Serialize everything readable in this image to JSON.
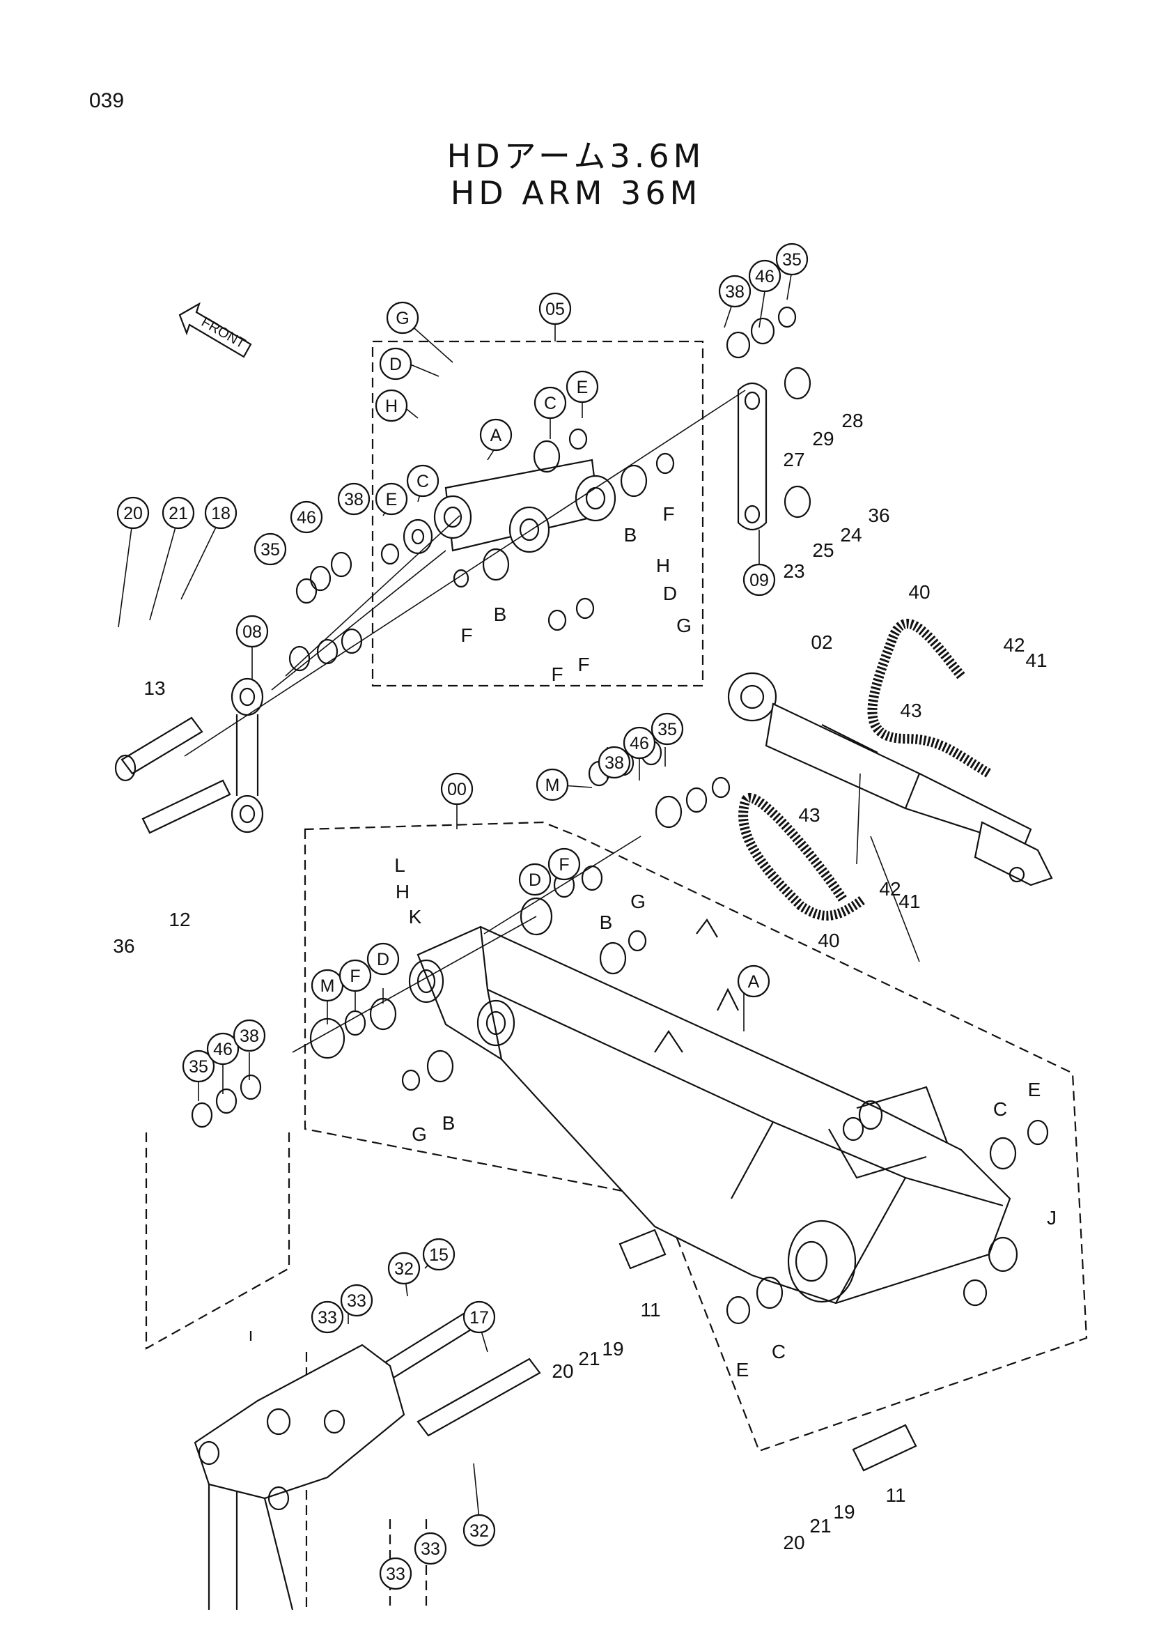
{
  "page_number": "039",
  "title_jp": "HDアーム3.6M",
  "title_en": "HD ARM 36M",
  "front_label": "FRONT",
  "callouts": [
    {
      "id": "c-G1",
      "text": "G",
      "circled": true
    },
    {
      "id": "c-05",
      "text": "05",
      "circled": true
    },
    {
      "id": "c-D1",
      "text": "D",
      "circled": true
    },
    {
      "id": "c-H1",
      "text": "H",
      "circled": true
    },
    {
      "id": "c-C1",
      "text": "C",
      "circled": true
    },
    {
      "id": "c-E1",
      "text": "E",
      "circled": true
    },
    {
      "id": "c-A1",
      "text": "A",
      "circled": true
    },
    {
      "id": "c-E2",
      "text": "E",
      "circled": true
    },
    {
      "id": "c-C2",
      "text": "C",
      "circled": true
    },
    {
      "id": "c-38a",
      "text": "38",
      "circled": true
    },
    {
      "id": "c-46a",
      "text": "46",
      "circled": true
    },
    {
      "id": "c-35a",
      "text": "35",
      "circled": true
    },
    {
      "id": "c-38b",
      "text": "38",
      "circled": true
    },
    {
      "id": "c-46b",
      "text": "46",
      "circled": true
    },
    {
      "id": "c-35b",
      "text": "35",
      "circled": true
    },
    {
      "id": "c-09",
      "text": "09",
      "circled": true
    },
    {
      "id": "c-20a",
      "text": "20",
      "circled": true
    },
    {
      "id": "c-21a",
      "text": "21",
      "circled": true
    },
    {
      "id": "c-18",
      "text": "18",
      "circled": true
    },
    {
      "id": "c-08",
      "text": "08",
      "circled": true
    },
    {
      "id": "c-38c",
      "text": "38",
      "circled": true
    },
    {
      "id": "c-46c",
      "text": "46",
      "circled": true
    },
    {
      "id": "c-35c",
      "text": "35",
      "circled": true
    },
    {
      "id": "c-M1",
      "text": "M",
      "circled": true
    },
    {
      "id": "c-00",
      "text": "00",
      "circled": true
    },
    {
      "id": "c-D2",
      "text": "D",
      "circled": true
    },
    {
      "id": "c-F1",
      "text": "F",
      "circled": true
    },
    {
      "id": "c-M2",
      "text": "M",
      "circled": true
    },
    {
      "id": "c-F2",
      "text": "F",
      "circled": true
    },
    {
      "id": "c-D3",
      "text": "D",
      "circled": true
    },
    {
      "id": "c-35d",
      "text": "35",
      "circled": true
    },
    {
      "id": "c-46d",
      "text": "46",
      "circled": true
    },
    {
      "id": "c-38d",
      "text": "38",
      "circled": true
    },
    {
      "id": "c-A2",
      "text": "A",
      "circled": true
    },
    {
      "id": "c-32a",
      "text": "32",
      "circled": true
    },
    {
      "id": "c-15",
      "text": "15",
      "circled": true
    },
    {
      "id": "c-33a",
      "text": "33",
      "circled": true
    },
    {
      "id": "c-33b",
      "text": "33",
      "circled": true
    },
    {
      "id": "c-17",
      "text": "17",
      "circled": true
    },
    {
      "id": "c-32b",
      "text": "32",
      "circled": true
    },
    {
      "id": "c-33c",
      "text": "33",
      "circled": true
    },
    {
      "id": "c-33d",
      "text": "33",
      "circled": true
    },
    {
      "id": "l-28",
      "text": "28",
      "circled": false
    },
    {
      "id": "l-29",
      "text": "29",
      "circled": false
    },
    {
      "id": "l-27",
      "text": "27",
      "circled": false
    },
    {
      "id": "l-36a",
      "text": "36",
      "circled": false
    },
    {
      "id": "l-24",
      "text": "24",
      "circled": false
    },
    {
      "id": "l-25",
      "text": "25",
      "circled": false
    },
    {
      "id": "l-23",
      "text": "23",
      "circled": false
    },
    {
      "id": "l-B1",
      "text": "B",
      "circled": false
    },
    {
      "id": "l-F3",
      "text": "F",
      "circled": false
    },
    {
      "id": "l-H2",
      "text": "H",
      "circled": false
    },
    {
      "id": "l-D4",
      "text": "D",
      "circled": false
    },
    {
      "id": "l-G2",
      "text": "G",
      "circled": false
    },
    {
      "id": "l-F4",
      "text": "F",
      "circled": false
    },
    {
      "id": "l-B2",
      "text": "B",
      "circled": false
    },
    {
      "id": "l-F5",
      "text": "F",
      "circled": false
    },
    {
      "id": "l-F6",
      "text": "F",
      "circled": false
    },
    {
      "id": "l-13",
      "text": "13",
      "circled": false
    },
    {
      "id": "l-12",
      "text": "12",
      "circled": false
    },
    {
      "id": "l-36b",
      "text": "36",
      "circled": false
    },
    {
      "id": "l-40a",
      "text": "40",
      "circled": false
    },
    {
      "id": "l-42a",
      "text": "42",
      "circled": false
    },
    {
      "id": "l-41a",
      "text": "41",
      "circled": false
    },
    {
      "id": "l-02",
      "text": "02",
      "circled": false
    },
    {
      "id": "l-43a",
      "text": "43",
      "circled": false
    },
    {
      "id": "l-43b",
      "text": "43",
      "circled": false
    },
    {
      "id": "l-42b",
      "text": "42",
      "circled": false
    },
    {
      "id": "l-41b",
      "text": "41",
      "circled": false
    },
    {
      "id": "l-40b",
      "text": "40",
      "circled": false
    },
    {
      "id": "l-L",
      "text": "L",
      "circled": false
    },
    {
      "id": "l-H3",
      "text": "H",
      "circled": false
    },
    {
      "id": "l-K",
      "text": "K",
      "circled": false
    },
    {
      "id": "l-B3",
      "text": "B",
      "circled": false
    },
    {
      "id": "l-G3",
      "text": "G",
      "circled": false
    },
    {
      "id": "l-G4",
      "text": "G",
      "circled": false
    },
    {
      "id": "l-B4",
      "text": "B",
      "circled": false
    },
    {
      "id": "l-C3",
      "text": "C",
      "circled": false
    },
    {
      "id": "l-E3",
      "text": "E",
      "circled": false
    },
    {
      "id": "l-J",
      "text": "J",
      "circled": false
    },
    {
      "id": "l-11a",
      "text": "11",
      "circled": false
    },
    {
      "id": "l-20b",
      "text": "20",
      "circled": false
    },
    {
      "id": "l-21b",
      "text": "21",
      "circled": false
    },
    {
      "id": "l-19a",
      "text": "19",
      "circled": false
    },
    {
      "id": "l-E4",
      "text": "E",
      "circled": false
    },
    {
      "id": "l-C4",
      "text": "C",
      "circled": false
    },
    {
      "id": "l-20c",
      "text": "20",
      "circled": false
    },
    {
      "id": "l-21c",
      "text": "21",
      "circled": false
    },
    {
      "id": "l-19b",
      "text": "19",
      "circled": false
    },
    {
      "id": "l-11b",
      "text": "11",
      "circled": false
    }
  ]
}
